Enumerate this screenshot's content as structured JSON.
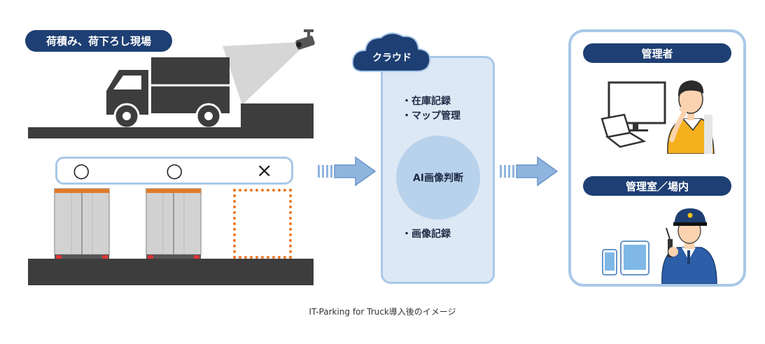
{
  "site_label": "荷積み、荷下ろし現場",
  "status_marks": [
    "○",
    "○",
    "×"
  ],
  "cloud_label": "クラウド",
  "cloud_items": [
    "・在庫記録",
    "・マップ管理"
  ],
  "ai_label": "AI画像判断",
  "cloud_bottom_item": "・画像記録",
  "manager_label": "管理者",
  "office_label": "管理室／場内",
  "caption": "IT-Parking for Truck導入後のイメージ",
  "colors": {
    "navy": "#1e3f73",
    "light_blue": "#a9c8e8",
    "panel_fill": "#dde8f5",
    "arrow_blue": "#8fb4de",
    "ground": "#3d3d3d",
    "empty_slot": "#ee7623"
  }
}
